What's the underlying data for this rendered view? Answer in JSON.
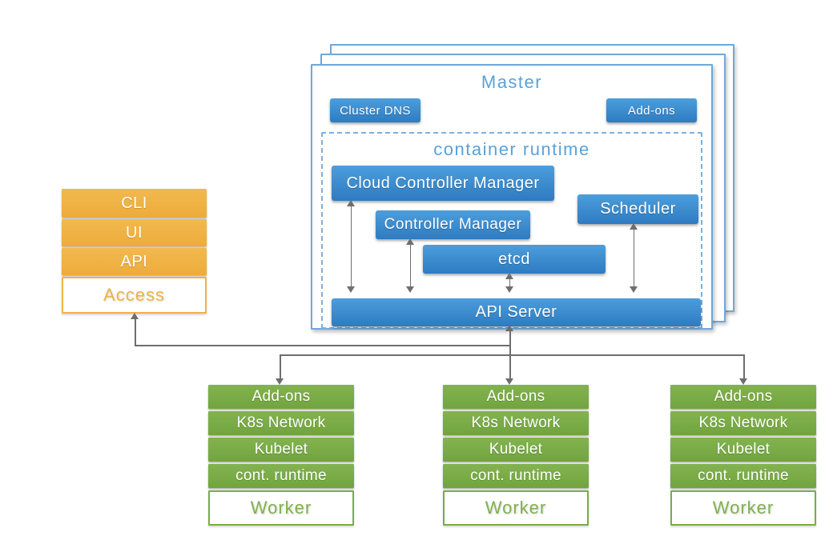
{
  "master": {
    "title": "Master",
    "cluster_dns_label": "Cluster DNS",
    "addons_label": "Add-ons",
    "container_runtime": {
      "title": "container runtime",
      "cloud_controller_manager": "Cloud Controller Manager",
      "controller_manager": "Controller Manager",
      "etcd": "etcd",
      "scheduler": "Scheduler",
      "api_server": "API Server"
    }
  },
  "access_stack": {
    "rows": [
      "CLI",
      "UI",
      "API"
    ],
    "base": "Access"
  },
  "workers": [
    {
      "rows": [
        "Add-ons",
        "K8s Network",
        "Kubelet",
        "cont. runtime"
      ],
      "base": "Worker"
    },
    {
      "rows": [
        "Add-ons",
        "K8s Network",
        "Kubelet",
        "cont. runtime"
      ],
      "base": "Worker"
    },
    {
      "rows": [
        "Add-ons",
        "K8s Network",
        "Kubelet",
        "cont. runtime"
      ],
      "base": "Worker"
    }
  ],
  "colors": {
    "blue_box_top": "#4C9EDC",
    "blue_box_bottom": "#2E7BC1",
    "blue_border": "#6FA8DC",
    "blue_text": "#5AA2D9",
    "orange": "#EFB347",
    "green": "#7BAC47",
    "arrow_gray": "#6E6E6E"
  }
}
